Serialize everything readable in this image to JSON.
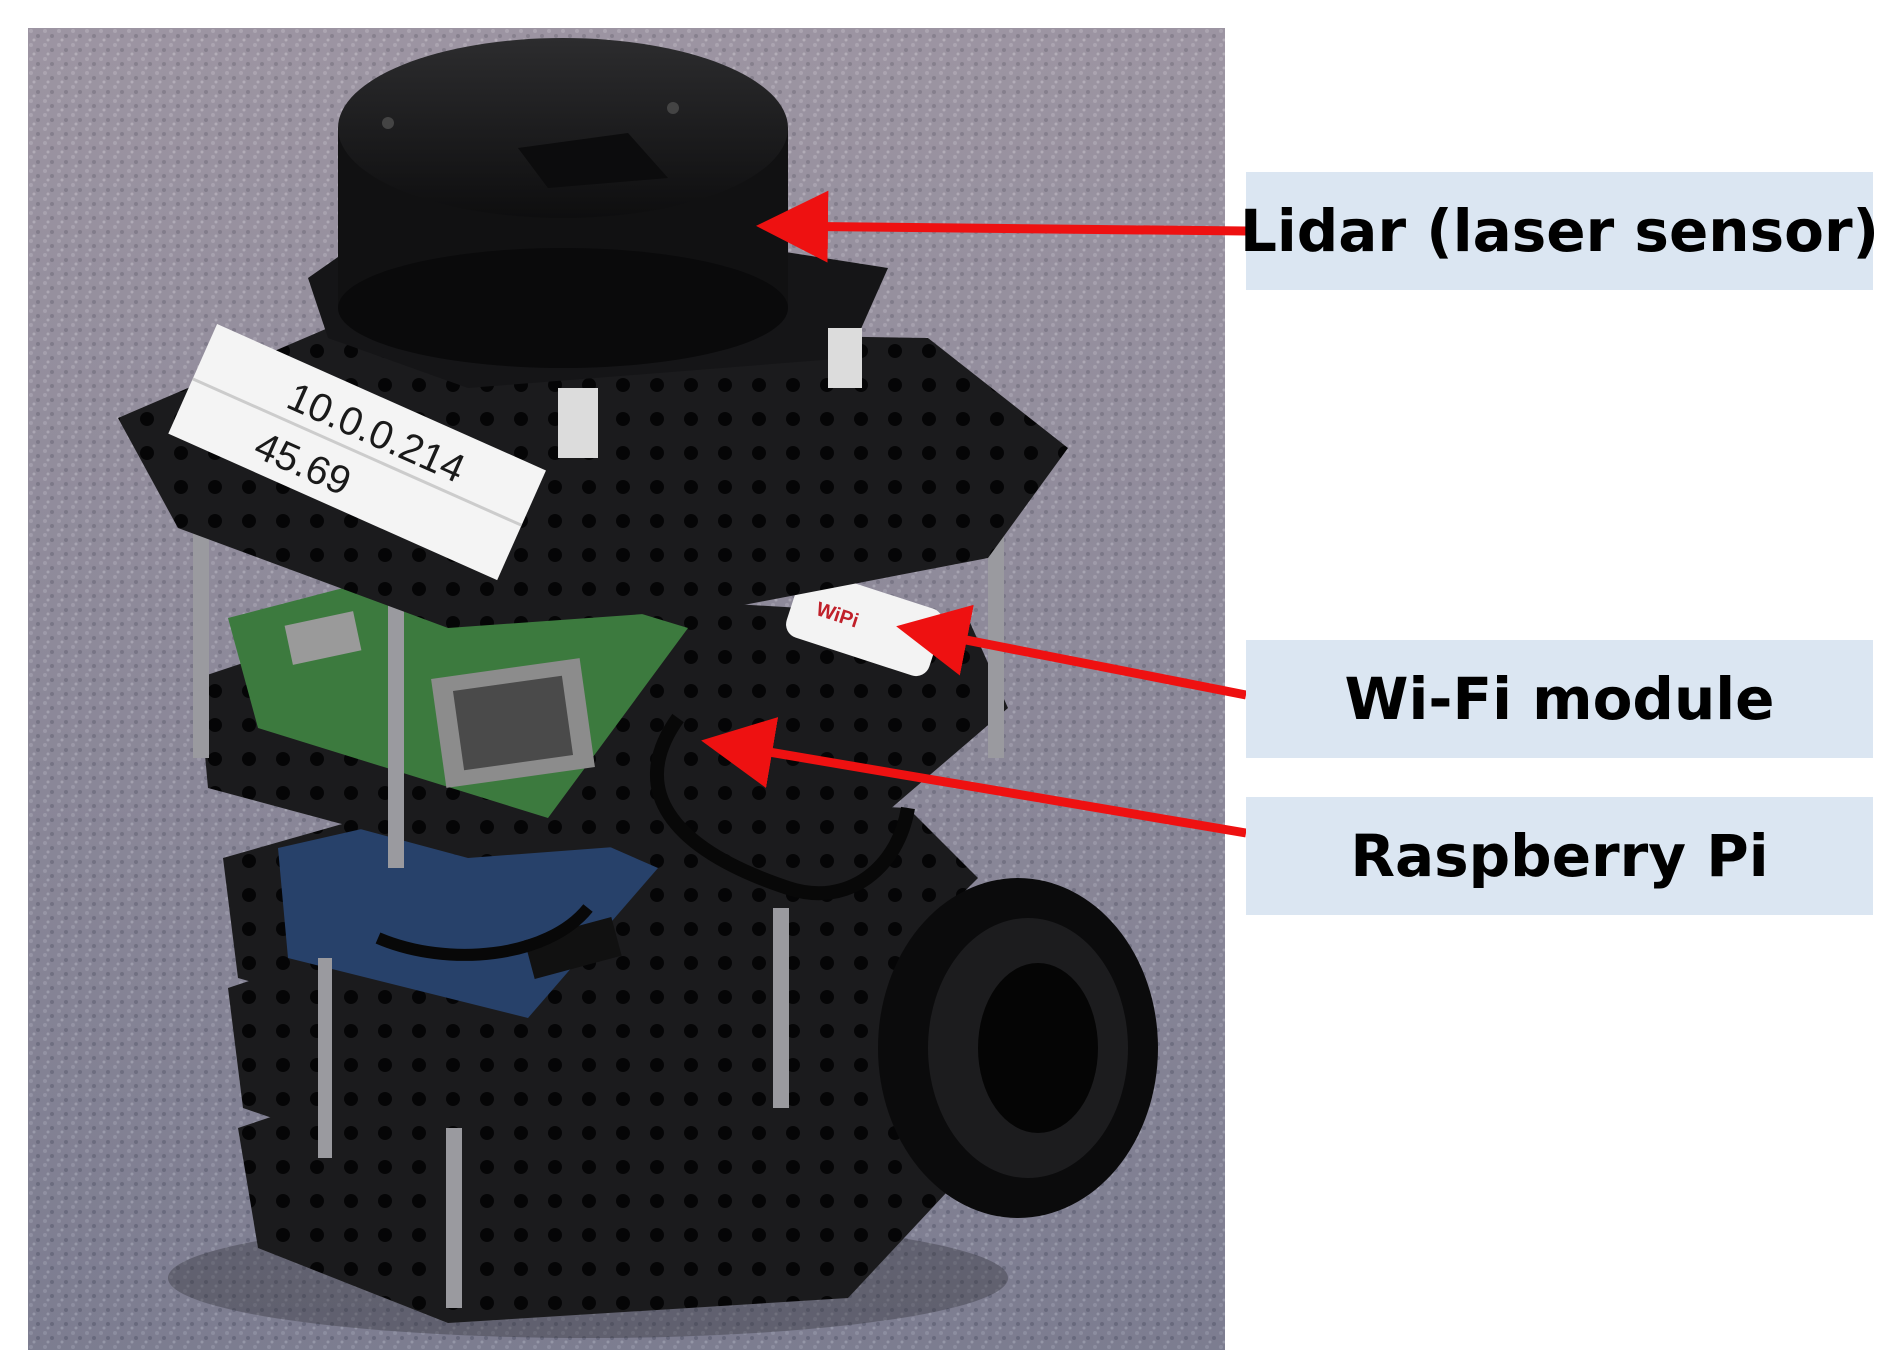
{
  "labels": {
    "lidar": "Lidar (laser sensor)",
    "wifi": "Wi-Fi module",
    "raspberry_pi": "Raspberry Pi"
  },
  "photo": {
    "sticker_line_1": "10.0.0.214",
    "sticker_line_2": "45.69",
    "wifi_dongle_text": "WiPi"
  },
  "colors": {
    "label_background": "#dbe6f2",
    "arrow": "#ee1111",
    "label_text": "#000000"
  },
  "icons": {
    "robot_photo": "turtlebot-robot-photo",
    "arrow": "red-arrow-icon"
  }
}
